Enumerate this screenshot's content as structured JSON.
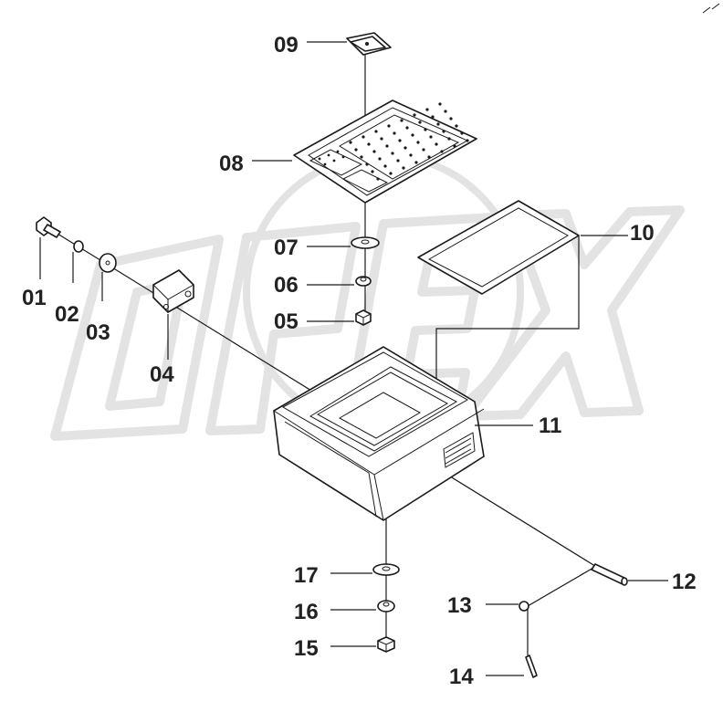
{
  "watermark": "OPEX",
  "colors": {
    "ink": "#1a1a1a",
    "label": "#222222",
    "watermark": "#e6e6e6"
  },
  "labels": {
    "p01": "01",
    "p02": "02",
    "p03": "03",
    "p04": "04",
    "p05": "05",
    "p06": "06",
    "p07": "07",
    "p08": "08",
    "p09": "09",
    "p10": "10",
    "p11": "11",
    "p12": "12",
    "p13": "13",
    "p14": "14",
    "p15": "15",
    "p16": "16",
    "p17": "17"
  }
}
